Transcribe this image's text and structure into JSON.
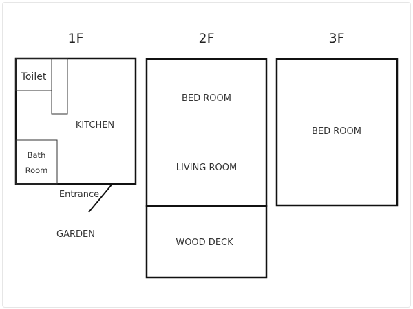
{
  "floors": {
    "f1": {
      "title": "1F",
      "rooms": {
        "toilet": "Toilet",
        "kitchen": "KITCHEN",
        "bath_line1": "Bath",
        "bath_line2": "Room"
      },
      "entrance": "Entrance",
      "garden": "GARDEN"
    },
    "f2": {
      "title": "2F",
      "rooms": {
        "bedroom": "BED ROOM",
        "living": "LIVING ROOM",
        "deck": "WOOD DECK"
      }
    },
    "f3": {
      "title": "3F",
      "rooms": {
        "bedroom": "BED ROOM"
      }
    }
  }
}
